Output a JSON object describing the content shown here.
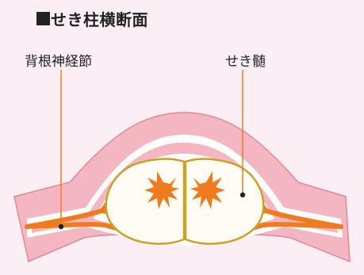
{
  "title": "せき柱横断面",
  "labels": {
    "dorsal_root_nerve": "背根神経節",
    "spinal_cord": "せき髄"
  },
  "colors": {
    "background": "#fbeef5",
    "tissue_pink": "#f4b6c0",
    "outline_red": "#e08a95",
    "nerve_orange": "#f07a1e",
    "cord_outline": "#c9a227",
    "cord_fill": "#fffdf3",
    "leader_line": "#f07a1e",
    "text": "#222222"
  }
}
